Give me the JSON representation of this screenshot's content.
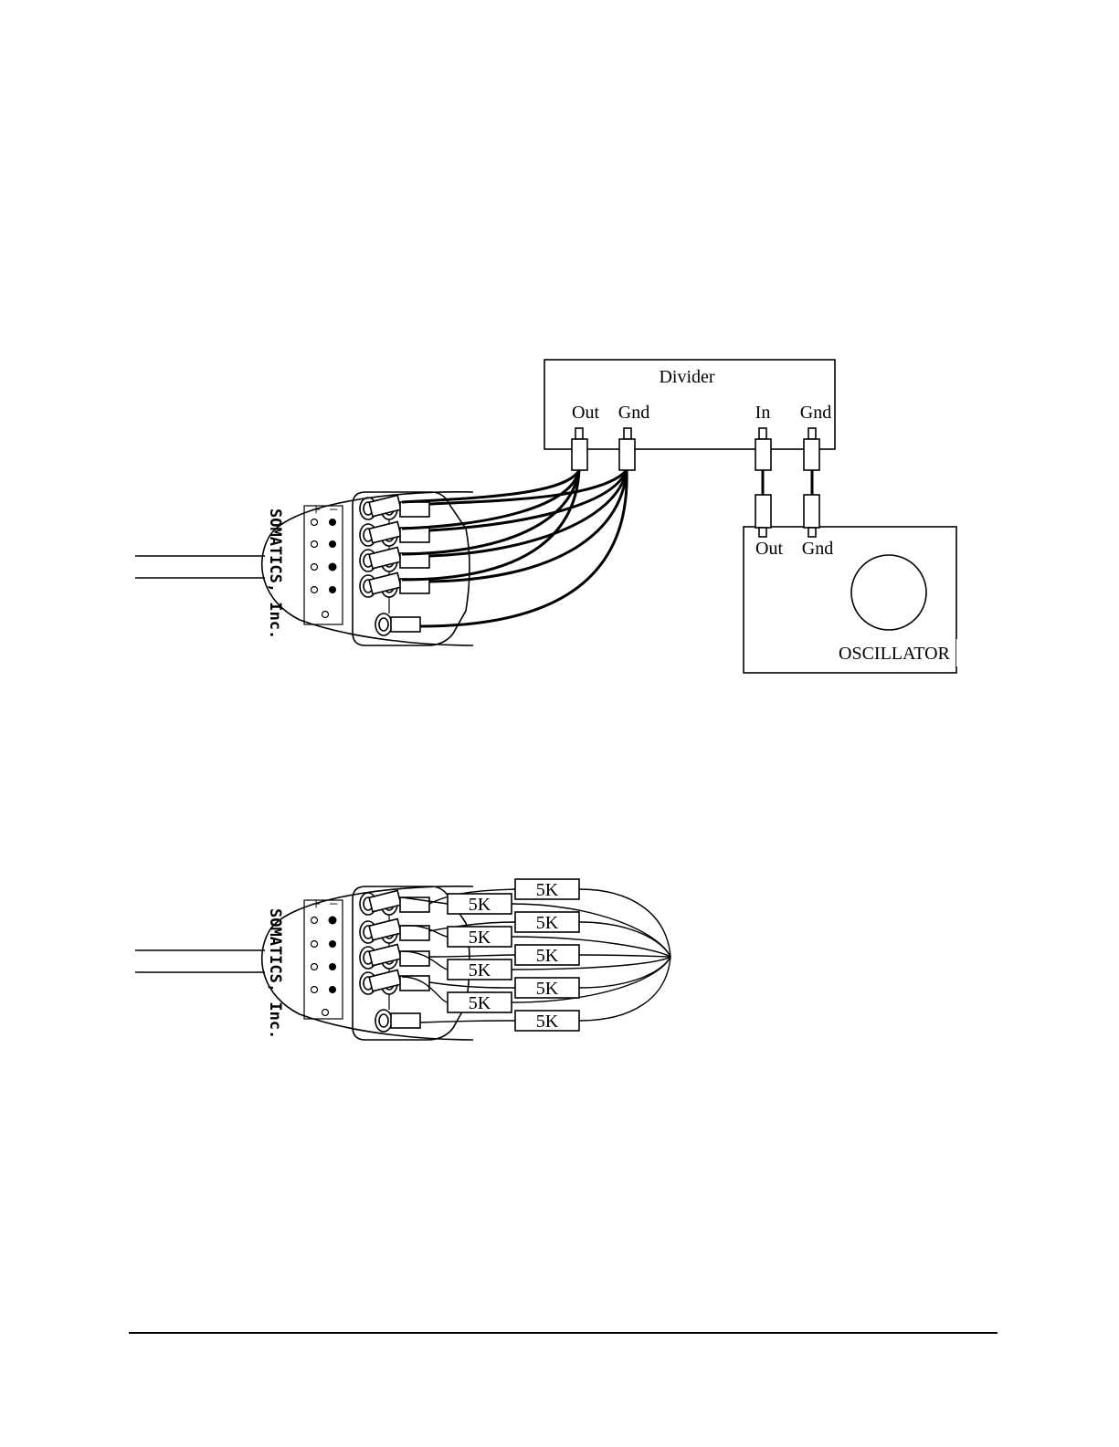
{
  "figure_a": {
    "divider": {
      "title": "Divider",
      "out_label": "Out",
      "gnd_label": "Gnd",
      "in_label": "In",
      "gnd2_label": "Gnd"
    },
    "oscillator": {
      "title": "OSCILLATOR",
      "out_label": "Out",
      "gnd_label": "Gnd"
    },
    "device": {
      "brand": "SOMATICS, Inc.",
      "plus": "+",
      "minus": "−"
    }
  },
  "figure_b": {
    "device": {
      "brand": "SOMATICS, Inc.",
      "plus": "+",
      "minus": "−"
    },
    "resistors": [
      "5K",
      "5K",
      "5K",
      "5K",
      "5K",
      "5K",
      "5K",
      "5K",
      "5K"
    ]
  }
}
